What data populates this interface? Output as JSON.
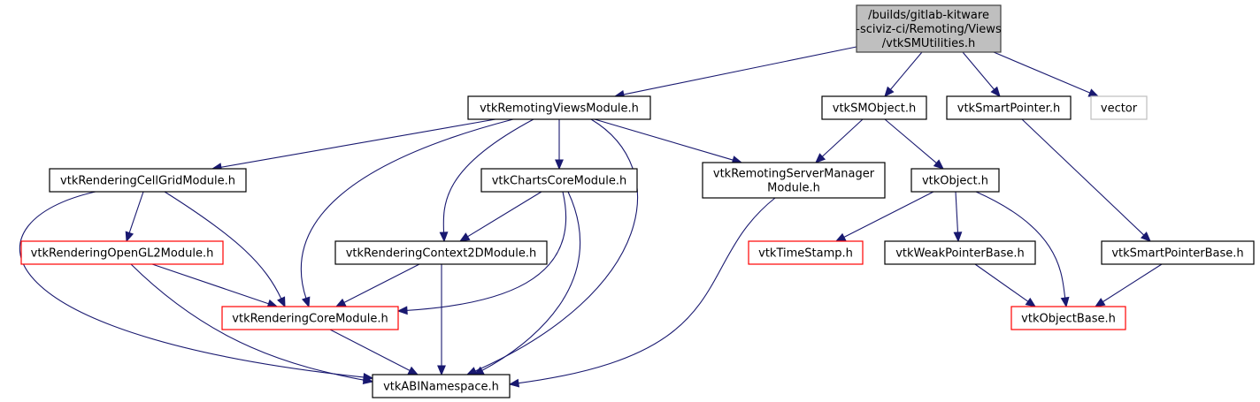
{
  "diagram": {
    "type": "include-dependency-graph",
    "colors": {
      "edge": "#191970",
      "root_fill": "#bfbfbf",
      "root_border": "#404040",
      "normal_border": "#000000",
      "truncated_border": "#ff0000",
      "external_border": "#bfbfbf"
    },
    "nodes": [
      {
        "id": "root",
        "lines": [
          "/builds/gitlab-kitware",
          "-sciviz-ci/Remoting/Views",
          "/vtkSMUtilities.h"
        ],
        "kind": "root"
      },
      {
        "id": "rvm",
        "lines": [
          "vtkRemotingViewsModule.h"
        ],
        "kind": "normal"
      },
      {
        "id": "smobj",
        "lines": [
          "vtkSMObject.h"
        ],
        "kind": "normal"
      },
      {
        "id": "sptr",
        "lines": [
          "vtkSmartPointer.h"
        ],
        "kind": "normal"
      },
      {
        "id": "vector",
        "lines": [
          "vector"
        ],
        "kind": "external"
      },
      {
        "id": "rcgm",
        "lines": [
          "vtkRenderingCellGridModule.h"
        ],
        "kind": "normal"
      },
      {
        "id": "ccm",
        "lines": [
          "vtkChartsCoreModule.h"
        ],
        "kind": "normal"
      },
      {
        "id": "rsmm",
        "lines": [
          "vtkRemotingServerManager",
          "Module.h"
        ],
        "kind": "normal"
      },
      {
        "id": "obj",
        "lines": [
          "vtkObject.h"
        ],
        "kind": "normal"
      },
      {
        "id": "rogl",
        "lines": [
          "vtkRenderingOpenGL2Module.h"
        ],
        "kind": "truncated"
      },
      {
        "id": "rc2d",
        "lines": [
          "vtkRenderingContext2DModule.h"
        ],
        "kind": "normal"
      },
      {
        "id": "ts",
        "lines": [
          "vtkTimeStamp.h"
        ],
        "kind": "truncated"
      },
      {
        "id": "wpb",
        "lines": [
          "vtkWeakPointerBase.h"
        ],
        "kind": "normal"
      },
      {
        "id": "spb",
        "lines": [
          "vtkSmartPointerBase.h"
        ],
        "kind": "normal"
      },
      {
        "id": "rcm",
        "lines": [
          "vtkRenderingCoreModule.h"
        ],
        "kind": "truncated"
      },
      {
        "id": "ob",
        "lines": [
          "vtkObjectBase.h"
        ],
        "kind": "truncated"
      },
      {
        "id": "abi",
        "lines": [
          "vtkABINamespace.h"
        ],
        "kind": "normal"
      }
    ],
    "edges": [
      {
        "from": "root",
        "to": "rvm"
      },
      {
        "from": "root",
        "to": "smobj"
      },
      {
        "from": "root",
        "to": "sptr"
      },
      {
        "from": "root",
        "to": "vector"
      },
      {
        "from": "rvm",
        "to": "rcgm"
      },
      {
        "from": "rvm",
        "to": "ccm"
      },
      {
        "from": "rvm",
        "to": "rsmm"
      },
      {
        "from": "rvm",
        "to": "rcm"
      },
      {
        "from": "rvm",
        "to": "rc2d"
      },
      {
        "from": "rvm",
        "to": "abi"
      },
      {
        "from": "smobj",
        "to": "rsmm"
      },
      {
        "from": "smobj",
        "to": "obj"
      },
      {
        "from": "sptr",
        "to": "spb"
      },
      {
        "from": "rcgm",
        "to": "rogl"
      },
      {
        "from": "rcgm",
        "to": "rcm"
      },
      {
        "from": "rcgm",
        "to": "abi"
      },
      {
        "from": "ccm",
        "to": "rc2d"
      },
      {
        "from": "ccm",
        "to": "rcm"
      },
      {
        "from": "ccm",
        "to": "abi"
      },
      {
        "from": "rsmm",
        "to": "abi"
      },
      {
        "from": "obj",
        "to": "ts"
      },
      {
        "from": "obj",
        "to": "wpb"
      },
      {
        "from": "obj",
        "to": "ob"
      },
      {
        "from": "rogl",
        "to": "rcm"
      },
      {
        "from": "rogl",
        "to": "abi"
      },
      {
        "from": "rc2d",
        "to": "rcm"
      },
      {
        "from": "rc2d",
        "to": "abi"
      },
      {
        "from": "wpb",
        "to": "ob"
      },
      {
        "from": "spb",
        "to": "ob"
      },
      {
        "from": "rcm",
        "to": "abi"
      }
    ]
  }
}
